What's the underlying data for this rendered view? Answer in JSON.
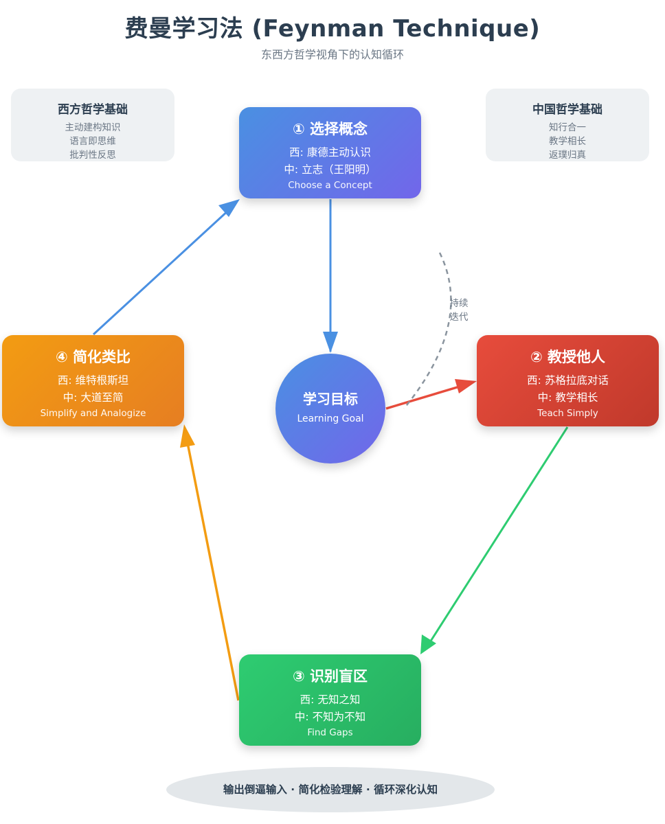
{
  "header": {
    "title": "费曼学习法 (Feynman Technique)",
    "subtitle": "东西方哲学视角下的认知循环"
  },
  "western_panel": {
    "heading": "西方哲学基础",
    "lines": [
      "主动建构知识",
      "语言即思维",
      "批判性反思"
    ]
  },
  "chinese_panel": {
    "heading": "中国哲学基础",
    "lines": [
      "知行合一",
      "教学相长",
      "返璞归真"
    ]
  },
  "steps": {
    "choose": {
      "title": "① 选择概念",
      "west": "西: 康德主动认识",
      "china": "中: 立志（王阳明）",
      "english": "Choose a Concept"
    },
    "teach": {
      "title": "② 教授他人",
      "west": "西: 苏格拉底对话",
      "china": "中: 教学相长",
      "english": "Teach Simply"
    },
    "gaps": {
      "title": "③ 识别盲区",
      "west": "西: 无知之知",
      "china": "中: 不知为不知",
      "english": "Find Gaps"
    },
    "simplify": {
      "title": "④ 简化类比",
      "west": "西: 维特根斯坦",
      "china": "中: 大道至简",
      "english": "Simplify and Analogize"
    }
  },
  "goal": {
    "title": "学习目标",
    "english": "Learning Goal"
  },
  "iteration_label": "持续迭代",
  "footer": "输出倒逼输入 · 简化检验理解 · 循环深化认知",
  "colors": {
    "blue": "#4a90e2",
    "red": "#e74c3c",
    "green": "#2ecc71",
    "orange": "#f39c12",
    "gray": "#8a949e"
  }
}
